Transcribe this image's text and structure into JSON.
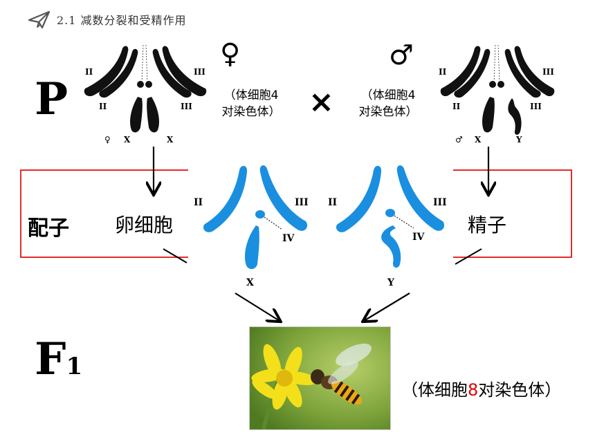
{
  "header": {
    "title": "2.1 减数分裂和受精作用",
    "icon": "paper-plane-icon"
  },
  "parent_label": "P",
  "female_symbol": "♀",
  "male_symbol": "♂",
  "cross_symbol": "×",
  "female_note": {
    "line1": "（体细胞4",
    "line2": "对染色体）"
  },
  "male_note": {
    "line1": "（体细胞4",
    "line2": "对染色体）"
  },
  "female_chromosomes": {
    "roman": [
      "II",
      "II",
      "III",
      "III"
    ],
    "sex_symbol": "♀",
    "sex": [
      "X",
      "X"
    ]
  },
  "male_chromosomes": {
    "roman": [
      "II",
      "II",
      "III",
      "III"
    ],
    "sex_symbol": "♂",
    "sex": [
      "X",
      "Y"
    ]
  },
  "gamete_label": "配子",
  "egg_label": "卵细胞",
  "sperm_label": "精子",
  "egg_gamete": {
    "roman": [
      "II",
      "III",
      "IV"
    ],
    "sex": "X"
  },
  "sperm_gamete": {
    "roman": [
      "II",
      "III",
      "IV"
    ],
    "sex": "Y"
  },
  "f1_label": "F",
  "f1_sub": "1",
  "f1_note": {
    "prefix": "（体细胞",
    "number": "8",
    "suffix": "对染色体）"
  },
  "photo": {
    "subject": "hoverfly-on-yellow-flower"
  },
  "colors": {
    "blue": "#1a8fe0",
    "red_box": "#e52a2a",
    "red_text": "#e30000",
    "black": "#000000"
  }
}
